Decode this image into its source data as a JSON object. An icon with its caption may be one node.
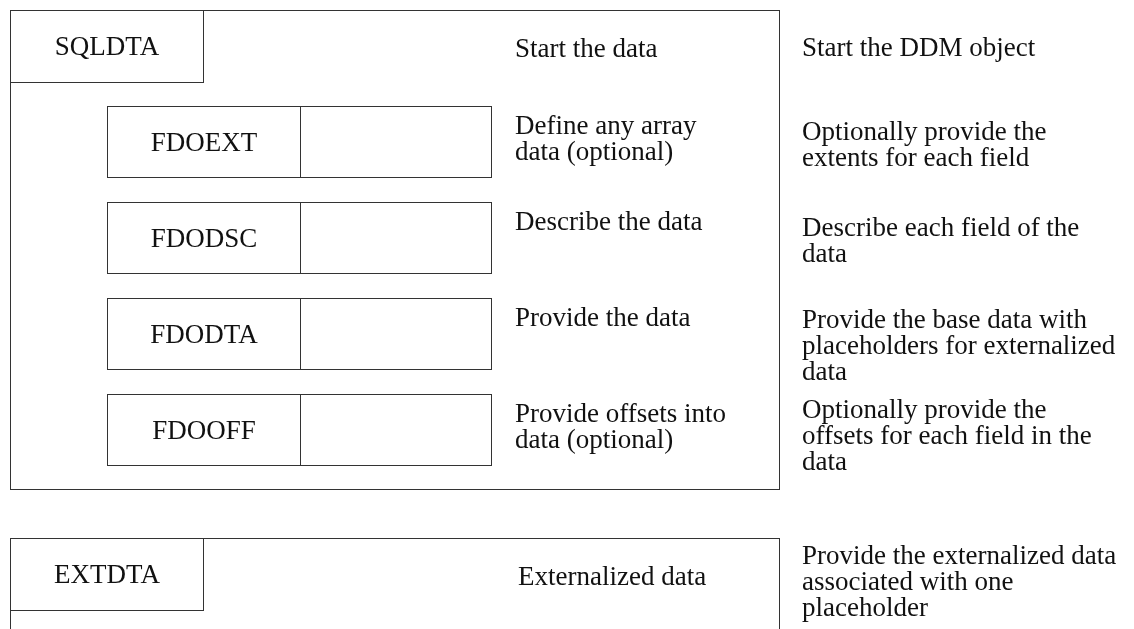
{
  "diagram": {
    "nodes": [
      {
        "text": [
          "SQLDTA",
          "Start the data"
        ]
      },
      {
        "text": [
          "FDOEXT"
        ],
        "in": 0,
        "beside": [
          "Define any array data (optional)"
        ]
      },
      {
        "text": [
          "FDODSC"
        ],
        "in": 0,
        "beside": [
          "Describe the data"
        ]
      },
      {
        "text": [
          "FDODTA"
        ],
        "in": 0,
        "beside": [
          "Provide the data"
        ]
      },
      {
        "text": [
          "FDOOFF"
        ],
        "in": 0,
        "beside": [
          "Provide offsets into data (optional)"
        ]
      },
      {
        "text": [
          "EXTDTA",
          "Externalized data"
        ]
      }
    ],
    "edges": [],
    "labels": [
      "Start the DDM object",
      "Optionally provide the extents for each field",
      "Describe each field of the data",
      "Provide the base data with placeholders for externalized data",
      "Optionally provide the offsets for each field in the data",
      "Provide the externalized data associated with one placeholder"
    ]
  }
}
